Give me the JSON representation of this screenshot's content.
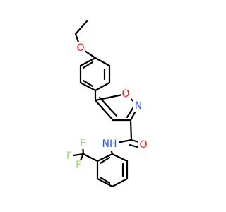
{
  "molecule": {
    "atoms": {
      "o_ether": {
        "symbol": "O",
        "color": "#ff0d0d"
      },
      "o_ring": {
        "symbol": "O",
        "color": "#ff0d0d"
      },
      "n_ring": {
        "symbol": "N",
        "color": "#3050f8"
      },
      "o_carbonyl": {
        "symbol": "O",
        "color": "#ff0d0d"
      },
      "nh_amide": {
        "symbol": "NH",
        "color": "#3050f8"
      },
      "f_top": {
        "symbol": "F",
        "color": "#90e050"
      },
      "f_left": {
        "symbol": "F",
        "color": "#90e050"
      },
      "f_bottom": {
        "symbol": "F",
        "color": "#90e050"
      }
    }
  }
}
